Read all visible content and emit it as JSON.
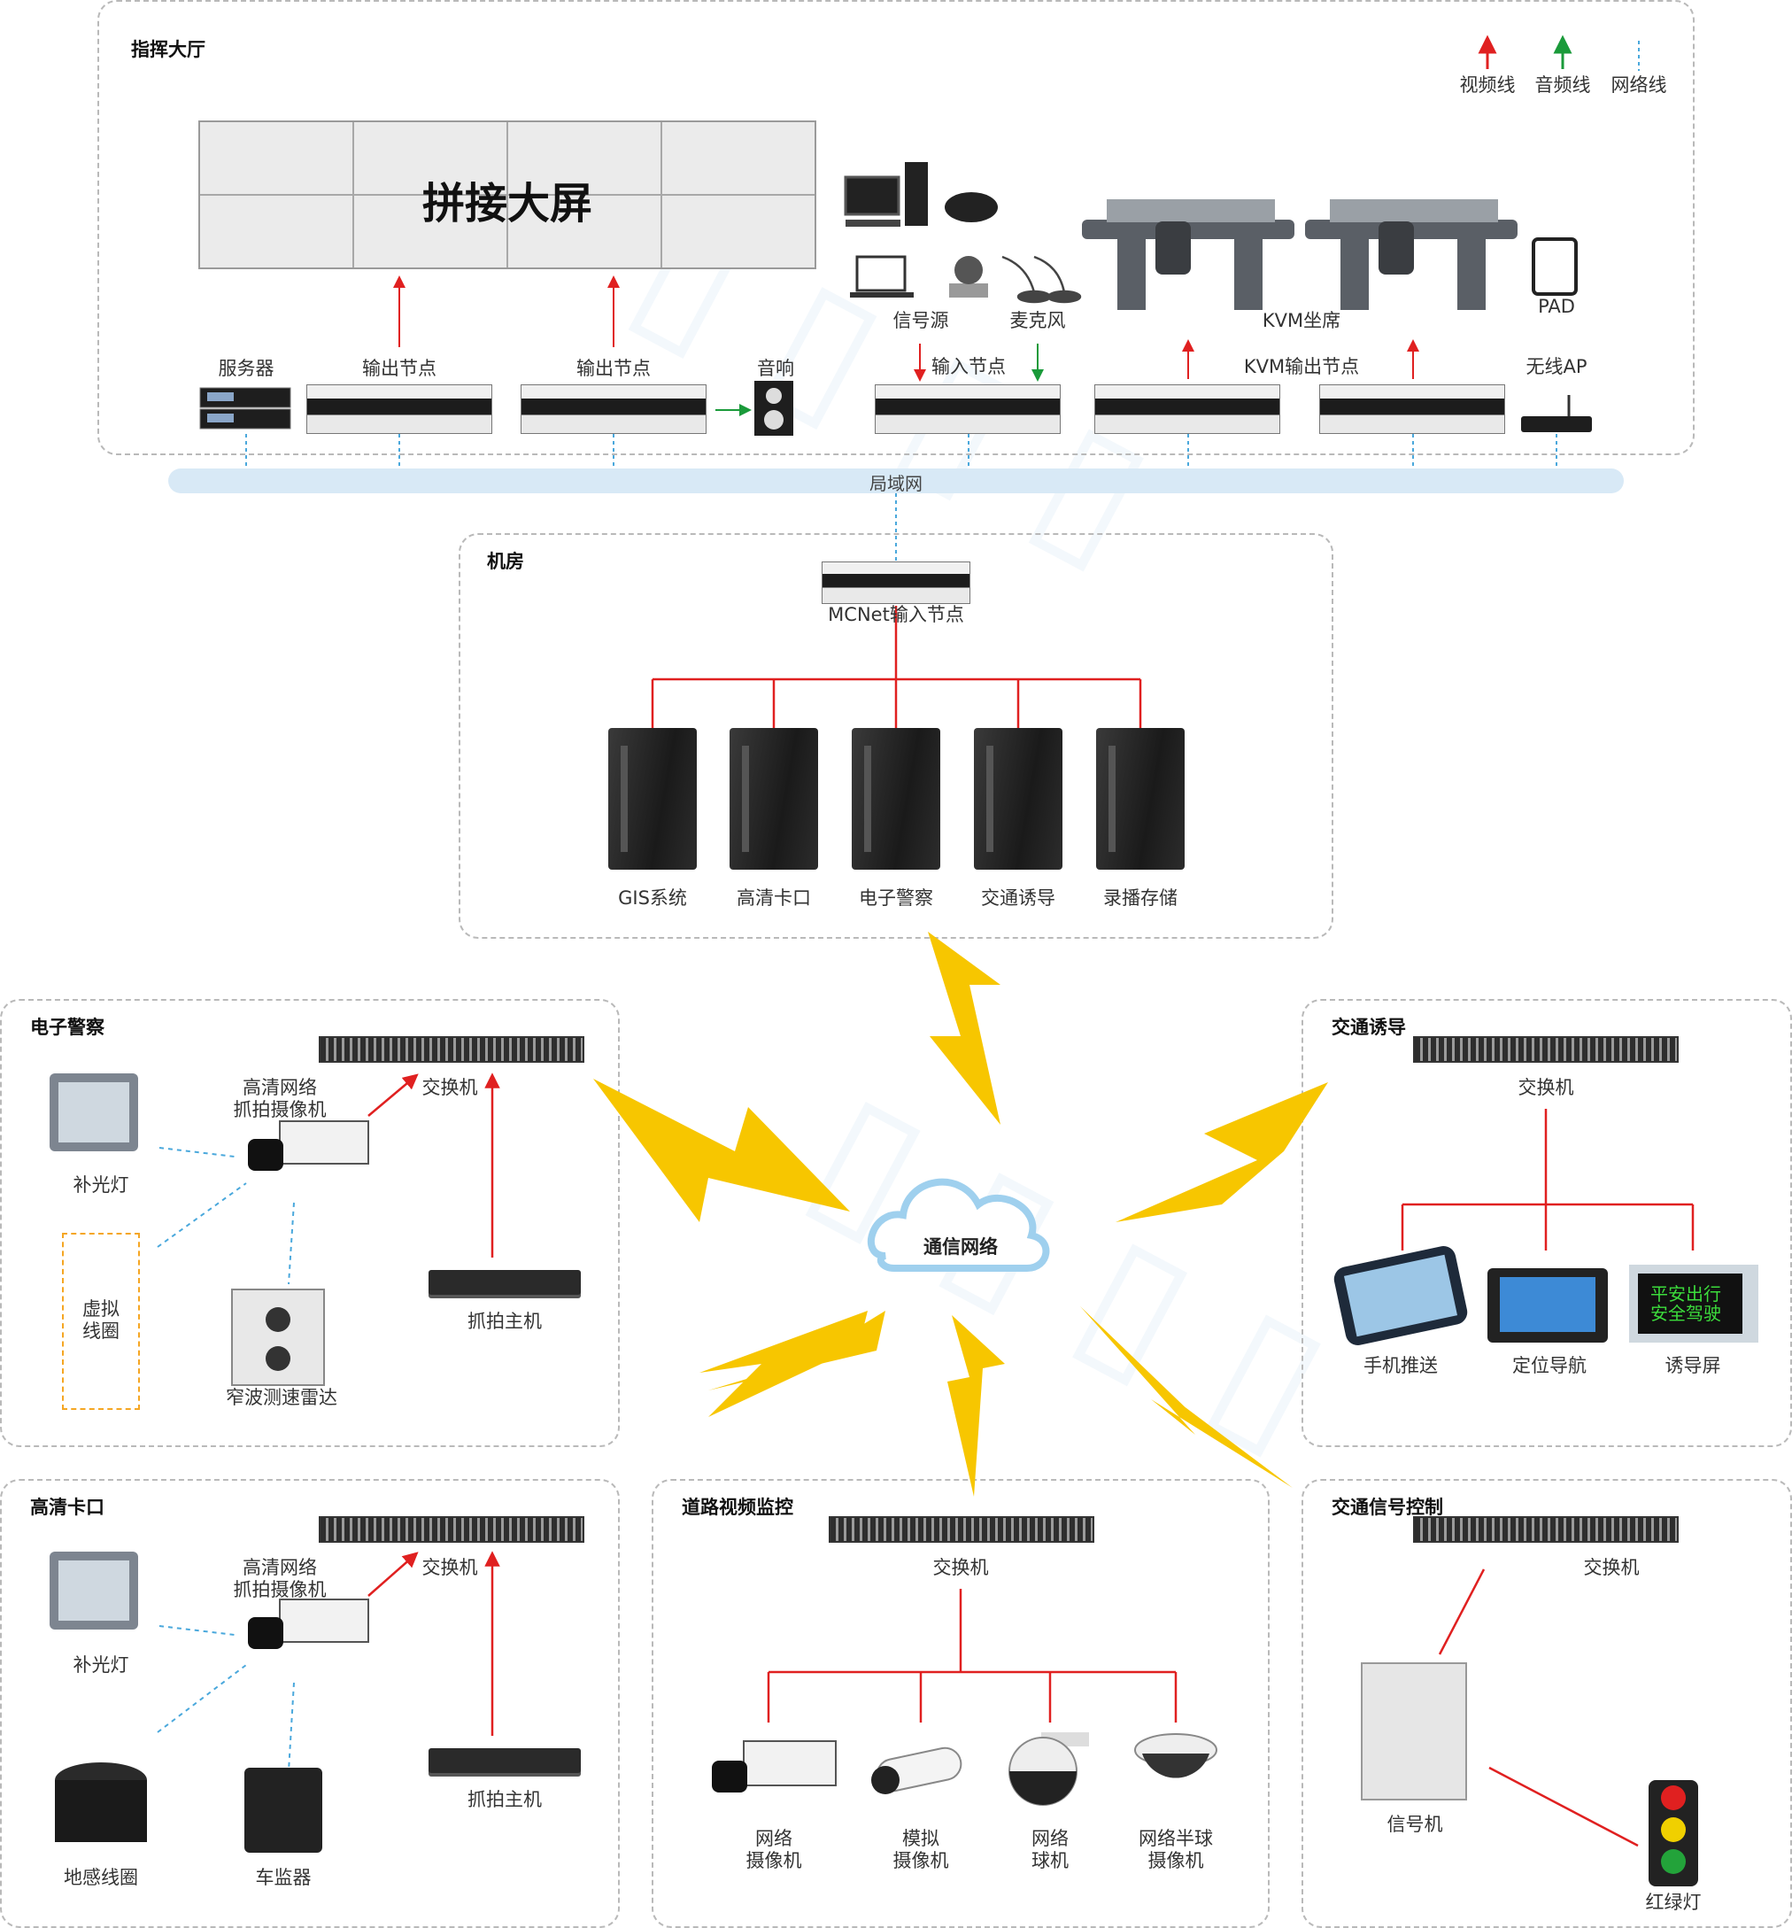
{
  "legend": {
    "video": "视频线",
    "audio": "音频线",
    "network": "网络线"
  },
  "colors": {
    "video": "#e02020",
    "audio": "#1a9a3a",
    "network": "#4aa8dc",
    "bolt": "#f7c600",
    "region_border": "#b9b9b9"
  },
  "command_hall": {
    "title": "指挥大厅",
    "screen_title": "拼接大屏",
    "server": "服务器",
    "output_node_1": "输出节点",
    "output_node_2": "输出节点",
    "speaker": "音响",
    "signal_source": "信号源",
    "microphone": "麦克风",
    "input_node": "输入节点",
    "kvm_seat": "KVM坐席",
    "kvm_output": "KVM输出节点",
    "pad": "PAD",
    "wireless_ap": "无线AP"
  },
  "lan": "局域网",
  "machine_room": {
    "title": "机房",
    "input_node": "MCNet输入节点",
    "servers": [
      "GIS系统",
      "高清卡口",
      "电子警察",
      "交通诱导",
      "录播存储"
    ]
  },
  "cloud": "通信网络",
  "e_police": {
    "title": "电子警察",
    "switch": "交换机",
    "camera": [
      "高清网络",
      "抓拍摄像机"
    ],
    "fill_light": "补光灯",
    "virtual_coil": [
      "虚拟",
      "线圈"
    ],
    "radar": "窄波测速雷达",
    "capture_host": "抓拍主机"
  },
  "guidance": {
    "title": "交通诱导",
    "switch": "交换机",
    "items": [
      "手机推送",
      "定位导航",
      "诱导屏"
    ],
    "screen_text": [
      "平安出行",
      "安全驾驶"
    ]
  },
  "checkpoint": {
    "title": "高清卡口",
    "switch": "交换机",
    "camera": [
      "高清网络",
      "抓拍摄像机"
    ],
    "fill_light": "补光灯",
    "ground_coil": "地感线圈",
    "vehicle_monitor": "车监器",
    "capture_host": "抓拍主机"
  },
  "road_video": {
    "title": "道路视频监控",
    "switch": "交换机",
    "cameras": [
      [
        "网络",
        "摄像机"
      ],
      [
        "模拟",
        "摄像机"
      ],
      [
        "网络",
        "球机"
      ],
      [
        "网络半球",
        "摄像机"
      ]
    ]
  },
  "signal_control": {
    "title": "交通信号控制",
    "switch": "交换机",
    "signal_machine": "信号机",
    "traffic_light": "红绿灯"
  }
}
